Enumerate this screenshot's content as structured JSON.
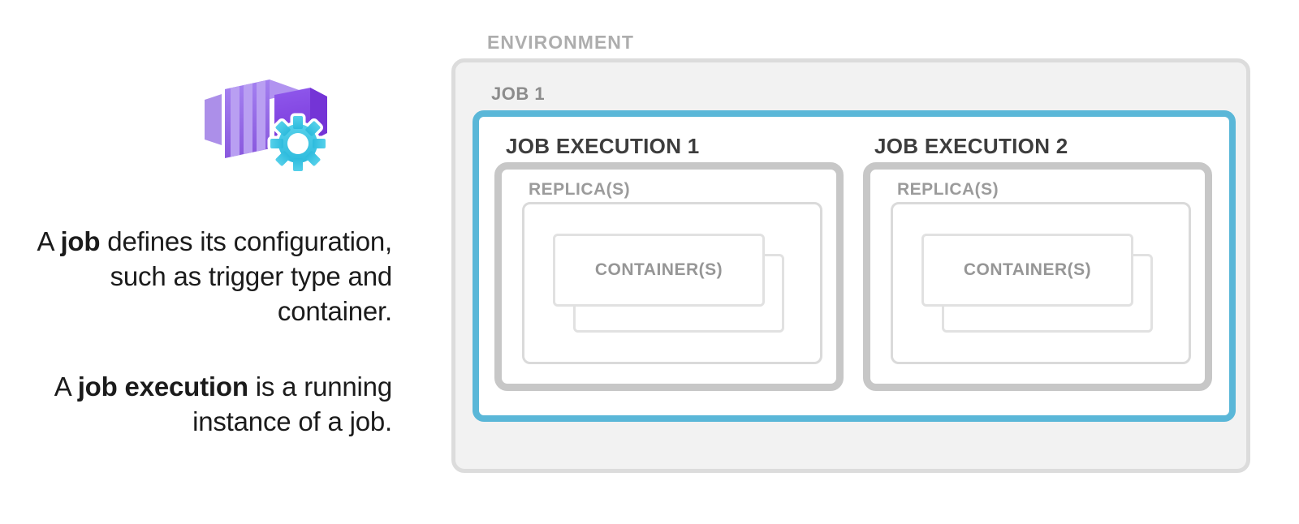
{
  "info_panel": {
    "icon": "container-apps-job-icon",
    "paragraph1": {
      "prefix": "A ",
      "bold": "job",
      "rest": " defines its configuration, such as trigger type and container."
    },
    "paragraph2": {
      "prefix": "A ",
      "bold": "job execution",
      "rest": " is a running instance of a job."
    }
  },
  "diagram": {
    "environment_label": "ENVIRONMENT",
    "job_label": "JOB 1",
    "executions": [
      {
        "label": "JOB EXECUTION 1",
        "replica_label": "REPLICA(S)",
        "container_label": "CONTAINER(S)"
      },
      {
        "label": "JOB EXECUTION 2",
        "replica_label": "REPLICA(S)",
        "container_label": "CONTAINER(S)"
      }
    ],
    "colors": {
      "environment_fill": "#f2f2f2",
      "environment_border": "#dcdcdc",
      "environment_label": "#adadad",
      "job_border": "#5ab7d8",
      "job_label": "#8c8c8c",
      "execution_border": "#c7c7c7",
      "execution_label": "#3d3d3d",
      "replica_border": "#dadada",
      "replica_label": "#9b9b9b",
      "container_border": "#e1e1e1",
      "container_label": "#969696"
    },
    "icon_colors": {
      "purple_main": "#9468e4",
      "purple_light": "#b99ff2",
      "purple_dark": "#7434d6",
      "gear_cyan": "#3bc4e2"
    }
  }
}
